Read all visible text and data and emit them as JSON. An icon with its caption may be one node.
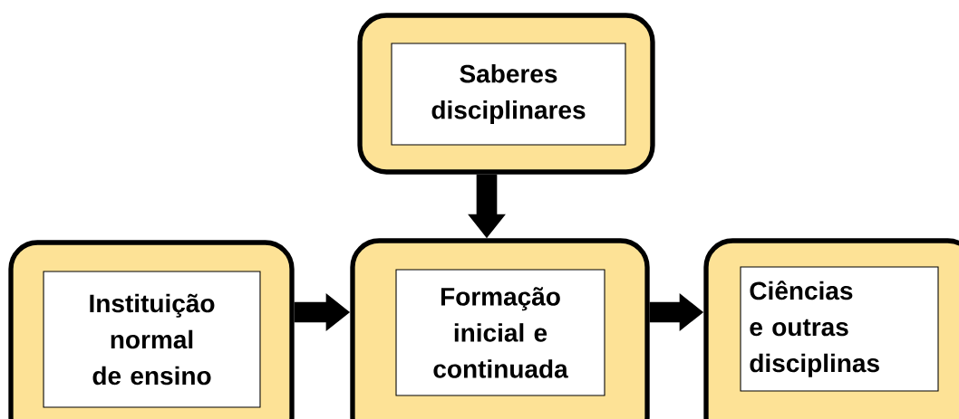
{
  "diagram": {
    "nodes": [
      {
        "text": [
          "Saberes disciplinares"
        ]
      },
      {
        "text": [
          "Instituição normal de ensino"
        ]
      },
      {
        "text": [
          "Formação inicial e continuada"
        ]
      },
      {
        "text": [
          "Ciências e outras disciplinas"
        ]
      }
    ],
    "edges": [
      {
        "from": 0,
        "to": 2,
        "arrow": "to"
      },
      {
        "from": 1,
        "to": 2,
        "arrow": "to"
      },
      {
        "from": 2,
        "to": 3,
        "arrow": "to"
      }
    ]
  }
}
